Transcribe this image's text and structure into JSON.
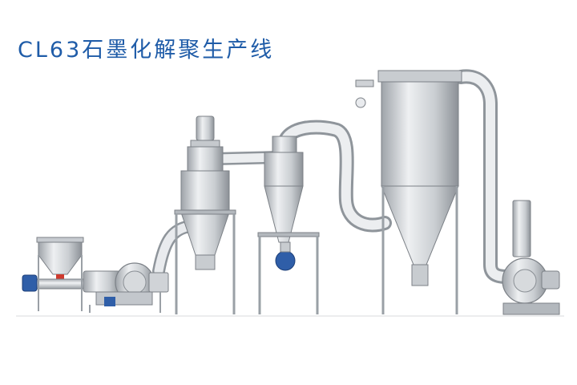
{
  "title": "CL63石墨化解聚生产线",
  "colors": {
    "title": "#1f5ca8",
    "metal_light": "#e4e6e9",
    "metal_mid": "#b9bdc2",
    "metal_dark": "#7c8187",
    "frame": "#9aa0a6",
    "motor_blue": "#2f5ea8",
    "accent_red": "#cf3a2e"
  },
  "components": [
    {
      "name": "screw-feeder",
      "icon": "feeder-icon"
    },
    {
      "name": "classifier-mill",
      "icon": "mill-icon"
    },
    {
      "name": "air-classifier",
      "icon": "classifier-icon"
    },
    {
      "name": "cyclone-separator",
      "icon": "cyclone-icon"
    },
    {
      "name": "pulse-dust-collector",
      "icon": "dust-collector-icon"
    },
    {
      "name": "induced-draft-fan",
      "icon": "fan-icon"
    }
  ]
}
